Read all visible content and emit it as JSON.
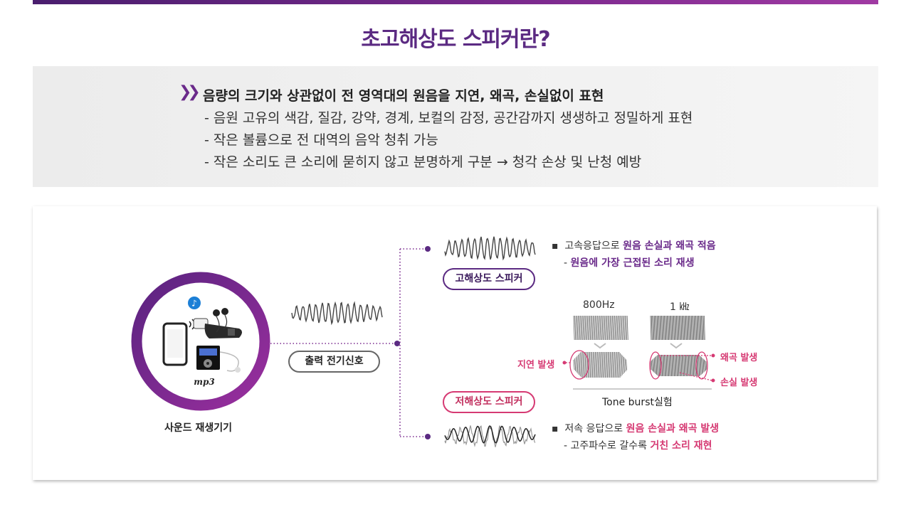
{
  "title": "초고해상도 스피커란?",
  "summary": {
    "heading": "음량의 크기와 상관없이 전 영역대의 원음을 지연, 왜곡, 손실없이 표현",
    "lines": [
      "- 음원 고유의 색감, 질감, 강약, 경계, 보컬의 감정, 공간감까지 생생하고 정밀하게 표현",
      "- 작은 볼륨으로 전 대역의 음악 청취 가능",
      "- 작은 소리도 큰 소리에 묻히지 않고 분명하게 구분 → 청각 손상 및 난청 예방"
    ]
  },
  "device": {
    "label": "사운드 재생기기",
    "mp3": "mp3"
  },
  "signal": {
    "label": "출력 전기신호"
  },
  "high_res": {
    "label": "고해상도 스피커",
    "line1_a": "고속응답으로 ",
    "line1_b": "원음 손실과 왜곡 적음",
    "line2_a": "- ",
    "line2_b": "원음에 가장 근접된 소리 재생"
  },
  "low_res": {
    "label": "저해상도 스피커",
    "line1_a": "저속 응답으로 ",
    "line1_b": "원음 손실과 왜곡 발생",
    "line2_a": "- 고주파수로  갈수록 ",
    "line2_b": "거친 소리 재현"
  },
  "tone_burst": {
    "freq1": "800Hz",
    "freq2": "1 ㎑",
    "caption": "Tone burst실험",
    "delay": "지연 발생",
    "distortion": "왜곡 발생",
    "loss": "손실 발생"
  },
  "bullet": "▪",
  "colors": {
    "brand": "#5b2a82",
    "accent_pink": "#d63a73",
    "ring": "#7a2a8f"
  }
}
